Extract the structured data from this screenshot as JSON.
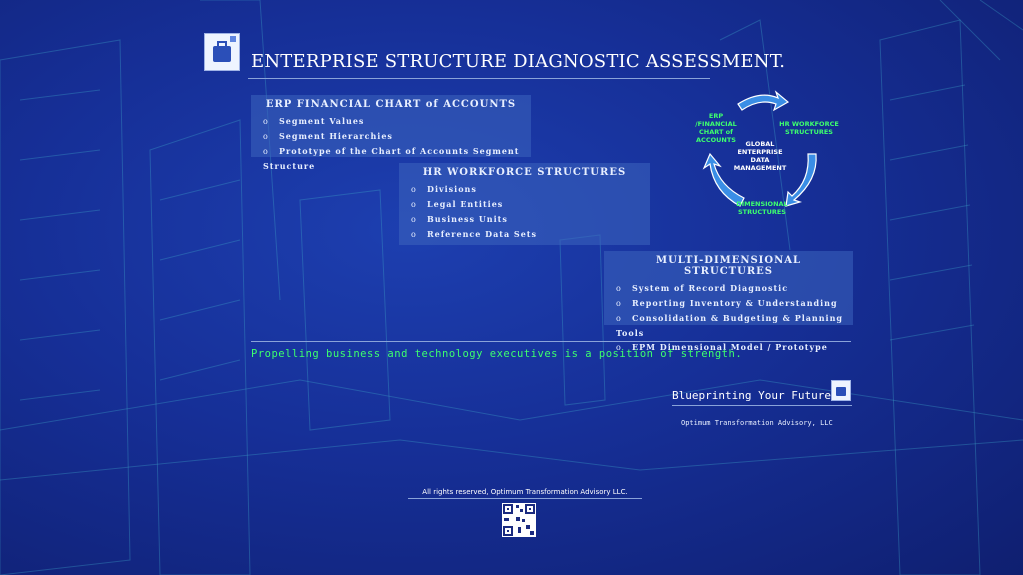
{
  "header": {
    "title": "ENTERPRISE STRUCTURE DIAGNOSTIC ASSESSMENT."
  },
  "panels": {
    "erp": {
      "heading": "ERP FINANCIAL CHART of ACCOUNTS",
      "items": [
        "Segment Values",
        "Segment Hierarchies",
        "Prototype of the Chart of Accounts Segment Structure"
      ]
    },
    "hr": {
      "heading": "HR WORKFORCE STRUCTURES",
      "items": [
        "Divisions",
        "Legal Entities",
        "Business Units",
        "Reference Data Sets"
      ]
    },
    "md": {
      "heading": "MULTI-DIMENSIONAL STRUCTURES",
      "items": [
        "System of Record Diagnostic",
        "Reporting Inventory & Understanding",
        "Consolidation & Budgeting & Planning Tools",
        "EPM Dimensional Model / Prototype"
      ]
    }
  },
  "cycle": {
    "erp": "ERP /FINANCIAL CHART of ACCOUNTS",
    "hr": "HR WORKFORCE STRUCTURES",
    "center": "GLOBAL ENTERPRISE DATA MANAGEMENT",
    "dim": "DIMENSIONAL STRUCTURES"
  },
  "tagline": "Propelling business and technology executives is a position of strength.",
  "branding": {
    "blueprint": "Blueprinting Your Future.",
    "company": "Optimum Transformation Advisory, LLC"
  },
  "footer": {
    "rights": "All rights reserved, Optimum Transformation Advisory LLC."
  },
  "colors": {
    "accent_green": "#3dff6e",
    "background": "#162f97",
    "panel": "#3c64be"
  },
  "icons": {
    "logo": "briefcase-logo-icon",
    "qr": "qr-code-icon"
  }
}
